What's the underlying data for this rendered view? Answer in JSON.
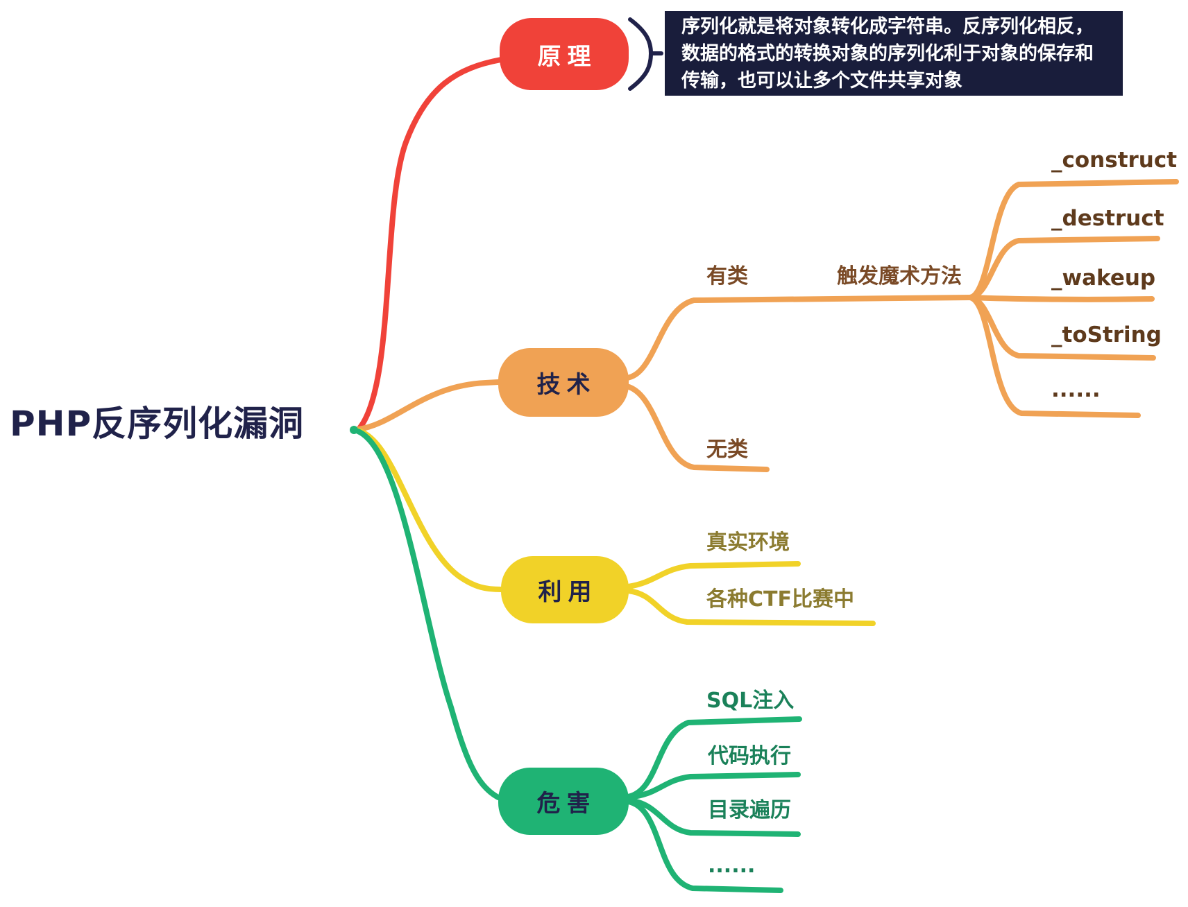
{
  "title": "PHP反序列化漏洞",
  "colors": {
    "red": "#F04239",
    "orange": "#F0A254",
    "yellow": "#F1D228",
    "green": "#1FB374",
    "navy": "#20224A",
    "note_background": "#191D3B"
  },
  "note": {
    "text": "序列化就是将对象转化成字符串。反序列化相反，数据的格式的转换对象的序列化利于对象的保存和传输，也可以让多个文件共享对象"
  },
  "nodes": {
    "principle": {
      "label": "原理"
    },
    "technique": {
      "label": "技术"
    },
    "exploitation": {
      "label": "利用"
    },
    "harm": {
      "label": "危害"
    }
  },
  "technique_children": {
    "has_class": "有类",
    "magic_trigger": "触发魔术方法",
    "magic_methods": [
      "_construct",
      "_destruct",
      "_wakeup",
      "_toString",
      "......"
    ],
    "no_class": "无类"
  },
  "exploitation_children": [
    "真实环境",
    "各种CTF比赛中"
  ],
  "harm_children": [
    "SQL注入",
    "代码执行",
    "目录遍历",
    "......"
  ]
}
